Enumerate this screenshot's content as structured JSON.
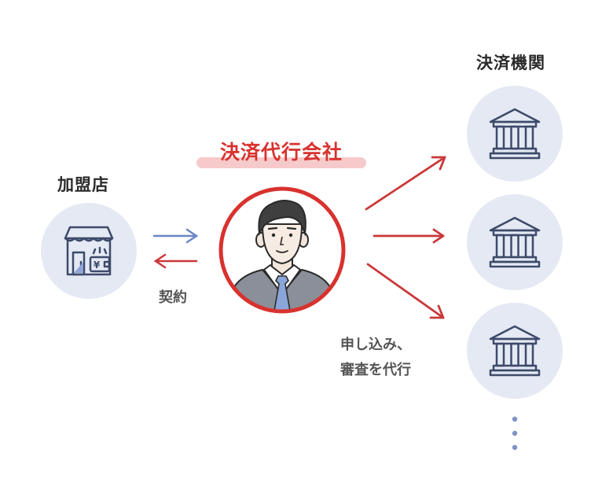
{
  "labels": {
    "merchant": "加盟店",
    "company": "決済代行会社",
    "institutions": "決済機関",
    "contract": "契約",
    "proxy_line1": "申し込み、",
    "proxy_line2": "審査を代行"
  },
  "icons": {
    "merchant": "store-icon",
    "company": "businessman-icon",
    "institution": "bank-building-icon",
    "more": "vertical-ellipsis-icon",
    "currency_glyph": "¥"
  },
  "colors": {
    "circle_bg": "#e4e9f3",
    "accent_red": "#d8322f",
    "arrow_red": "#c9383a",
    "arrow_blue": "#6a86c8",
    "icon_stroke": "#3d4a6b",
    "title_highlight": "#f6caca"
  }
}
